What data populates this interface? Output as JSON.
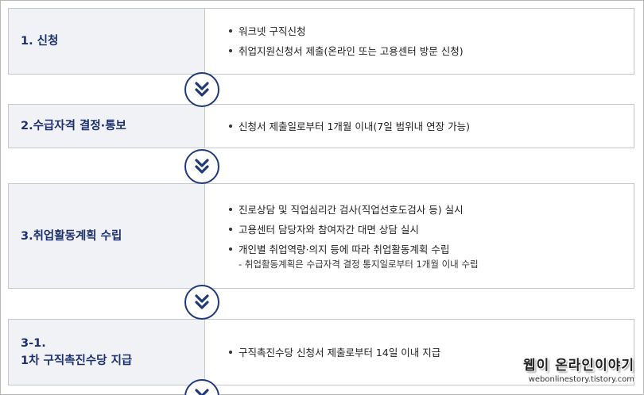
{
  "steps": [
    {
      "title": "1. 신청",
      "items": [
        {
          "text": "워크넷 구직신청"
        },
        {
          "text": "취업지원신청서 제출(온라인 또는 고용센터 방문 신청)"
        }
      ]
    },
    {
      "title": "2.수급자격 결정·통보",
      "items": [
        {
          "text": "신청서 제출일로부터 1개월 이내(7일 범위내 연장 가능)"
        }
      ]
    },
    {
      "title": "3.취업활동계획 수립",
      "items": [
        {
          "text": "진로상담 및 직업심리간 검사(직업선호도검사 등) 실시"
        },
        {
          "text": "고용센터 담당자와 참여자간 대면 상담 실시"
        },
        {
          "text": "개인별 취업역량·의지 등에 따라 취업활동계획 수립",
          "sub": "- 취업활동계획은 수급자격 결정 통지일로부터 1개월 이내 수립"
        }
      ]
    },
    {
      "title_line1": "3-1.",
      "title_line2": "1차 구직촉진수당 지급",
      "items": [
        {
          "text": "구직촉진수당 신청서 제출로부터 14일 이내 지급"
        }
      ]
    }
  ],
  "arrow_icon": "double-chevron-down-icon",
  "watermark": {
    "title": "웹이 온라인이야기",
    "url": "webonlinestory.tistory.com"
  },
  "colors": {
    "accent": "#1f3a7a",
    "title": "#1c2f6e",
    "label_bg": "#f1f2f5",
    "border": "#c5c8d0"
  }
}
